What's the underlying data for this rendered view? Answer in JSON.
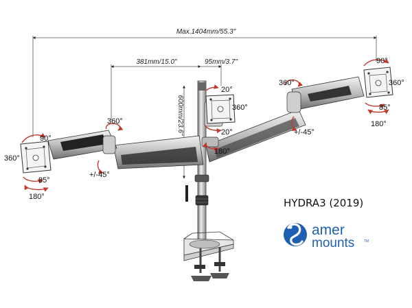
{
  "dimensions": {
    "total_width": "Max.1404mm/55.3\"",
    "arm_offset": "381mm/15.0\"",
    "center_offset": "95mm/3.7\"",
    "pole_height": "600mm/23.6\""
  },
  "left_monitor": {
    "rot_360": "360°",
    "tilt": "90°",
    "swivel": "85°",
    "rot_180": "180°"
  },
  "left_arm": {
    "rot_360": "360°",
    "tilt": "+/-45°"
  },
  "center_monitor": {
    "tilt_up": "20°",
    "rot_360": "360°",
    "tilt_down": "20°",
    "rot_180": "180°"
  },
  "right_arm": {
    "rot_360": "360°",
    "tilt": "+/-45°"
  },
  "right_monitor": {
    "tilt": "90°",
    "rot_360": "360°",
    "swivel": "85°",
    "rot_180": "180°"
  },
  "product": {
    "model": "HYDRA3 (2019)"
  },
  "brand": {
    "line1": "amer",
    "line2": "mounts",
    "tm": "TM",
    "color": "#1f5fb3"
  }
}
